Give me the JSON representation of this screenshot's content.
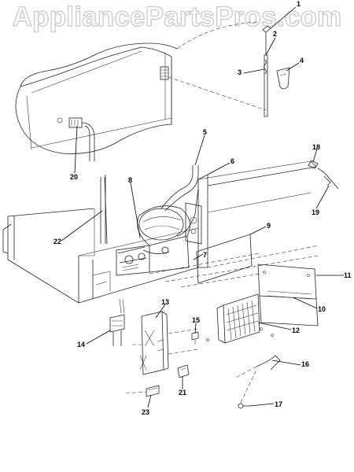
{
  "watermark": {
    "text": "AppliancePartsPros.com"
  },
  "callouts": [
    "1",
    "2",
    "3",
    "4",
    "5",
    "6",
    "7",
    "8",
    "9",
    "10",
    "11",
    "12",
    "13",
    "14",
    "15",
    "16",
    "17",
    "18",
    "19",
    "20",
    "21",
    "22",
    "23"
  ]
}
